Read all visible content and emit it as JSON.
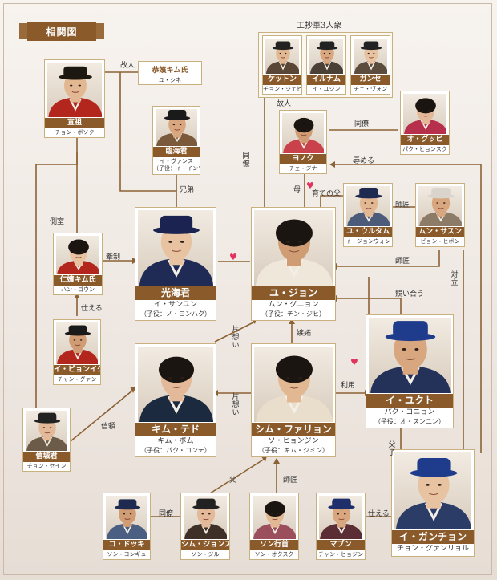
{
  "title": "相関図",
  "groups": {
    "workers": "工抄軍3人衆"
  },
  "colors": {
    "line": "#8b6235",
    "name_bar": "#8a5a2b",
    "border": "#c8b07f",
    "heart": "#e2335f"
  },
  "characters": {
    "seonjo": {
      "name": "宣祖",
      "actor": "チョン・ボソク"
    },
    "kim": {
      "name": "恭嬪キム氏",
      "actor": "ユ・シネ"
    },
    "imhae": {
      "name": "臨海君",
      "actor": "イ・ヴァンス",
      "actor2": "（子役：イ・インソン）"
    },
    "gwanghae": {
      "name": "光海君",
      "actor": "イ・サンユン",
      "actor2": "（子役：ノ・ヨンハク）"
    },
    "injin": {
      "name": "仁嬪キム氏",
      "actor": "ハン・ゴウン"
    },
    "ibyeok": {
      "name": "イ・ビョンイク",
      "actor": "チャン・グァン"
    },
    "sinseong": {
      "name": "信城君",
      "actor": "チョン・セイン"
    },
    "kettong": {
      "name": "ケットン",
      "actor": "チョン・ジェヒョン"
    },
    "ilnam": {
      "name": "イルナム",
      "actor": "イ・ユジン"
    },
    "gangse": {
      "name": "ガンセ",
      "actor": "チェ・ヴォン"
    },
    "yonok": {
      "name": "ヨノク",
      "actor": "チェ・ジナ"
    },
    "ogupi": {
      "name": "オ・グッピ",
      "actor": "パク・ヒョンスク"
    },
    "yujeong": {
      "name": "ユ・ジョン",
      "actor": "ムン・グニョン",
      "actor2": "（子役：チン・ジヒ）"
    },
    "yuulm": {
      "name": "ユ・ウルタム",
      "actor": "イ・ジョンウォン"
    },
    "mun": {
      "name": "ムン・サスン",
      "actor": "ビョン・ヒボン"
    },
    "kimtedo": {
      "name": "キム・テド",
      "actor": "キム・ボム",
      "actor2": "（子役：パク・コンテ）"
    },
    "sim": {
      "name": "シム・ファリョン",
      "actor": "ソ・ヒョンジン",
      "actor2": "（子役：キム・ジミン）"
    },
    "iyuk": {
      "name": "イ・ユクト",
      "actor": "パク・コニョン",
      "actor2": "（子役：オ・スンユン）"
    },
    "igang": {
      "name": "イ・ガンチョン",
      "actor": "チョン・グァンリョル"
    },
    "kodok": {
      "name": "コ・ドッキ",
      "actor": "ソン・ヨンギュ"
    },
    "simjong": {
      "name": "シム・ジョンス",
      "actor": "ソン・ジル"
    },
    "son": {
      "name": "ソン行首",
      "actor": "ソン・オクスク"
    },
    "mabun": {
      "name": "マプン",
      "actor": "チャン・ヒョジン"
    }
  },
  "relations": {
    "enemy1": "故人",
    "brother": "兄弟",
    "concubine": "側室",
    "devotion": "牽制",
    "serve1": "仕える",
    "trust": "信頼",
    "coworker1": "同僚",
    "enemy2": "故人",
    "colleague": "同僚",
    "tease": "辱める",
    "mother": "母",
    "fosterfather": "育ての父",
    "master1": "師匠",
    "master2": "師匠",
    "opposed": "対立",
    "compete": "競い合う",
    "unrequited1": "片想い",
    "unrequited2": "片想い",
    "jealousy": "嫉妬",
    "use": "利用",
    "fatherson": "父子",
    "father": "父",
    "master3": "師匠",
    "coworker2": "同僚",
    "serve2": "仕える"
  }
}
